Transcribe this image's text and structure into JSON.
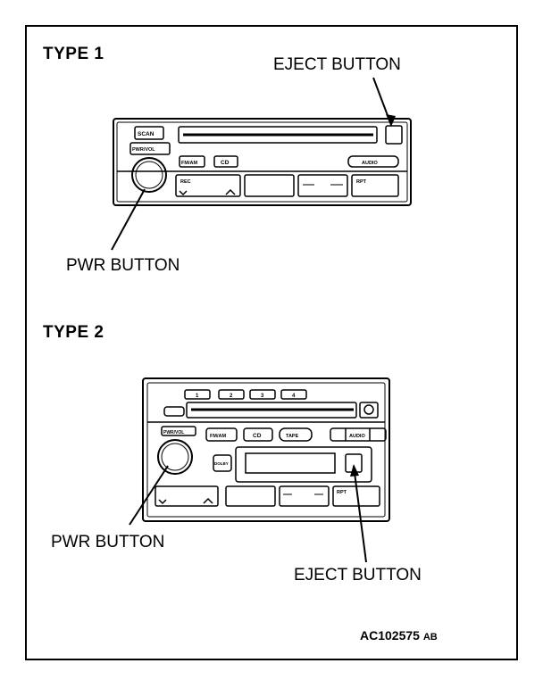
{
  "type1": {
    "heading": "TYPE 1",
    "eject_label": "EJECT BUTTON",
    "pwr_label": "PWR BUTTON",
    "buttons": {
      "scan": "SCAN",
      "pwr_vol": "PWR/VOL",
      "fm_am": "FM/AM",
      "cd": "CD",
      "audio": "AUDIO",
      "rec": "REC",
      "rpt": "RPT"
    }
  },
  "type2": {
    "heading": "TYPE 2",
    "pwr_label": "PWR BUTTON",
    "eject_label": "EJECT BUTTON",
    "presets": [
      "1",
      "2",
      "3",
      "4"
    ],
    "buttons": {
      "pwr_vol": "PWR/VOL",
      "fm_am": "FM/AM",
      "cd": "CD",
      "tape": "TAPE",
      "audio": "AUDIO",
      "dolby": "DOLBY",
      "rpt": "RPT"
    }
  },
  "figure_code": "AC102575",
  "figure_suffix": "AB"
}
